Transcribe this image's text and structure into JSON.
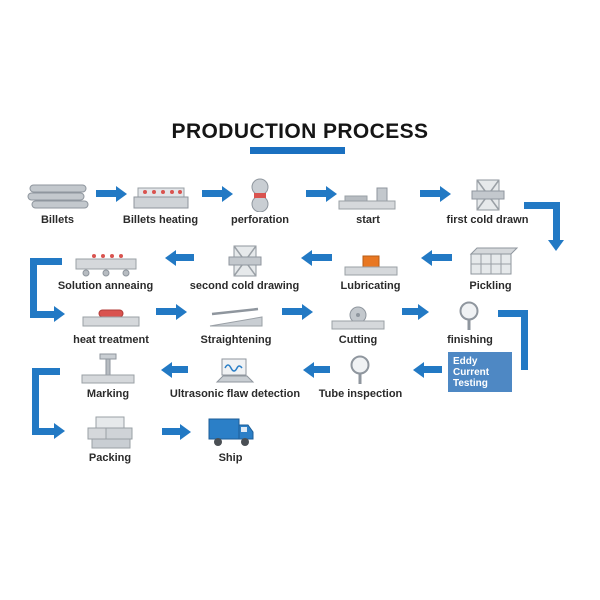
{
  "title": "PRODUCTION PROCESS",
  "steps": {
    "billets": "Billets",
    "billets_heating": "Billets  heating",
    "perforation": "perforation",
    "start": "start",
    "first_cold_drawn": "first cold drawn",
    "pickling": "Pickling",
    "lubricating": "Lubricating",
    "second_cold_drawing": "second cold drawing",
    "solution_anneaing": "Solution anneaing",
    "heat_treatment": "heat treatment",
    "straightening": "Straightening",
    "cutting": "Cutting",
    "finishing": "finishing",
    "eddy_line1": "Eddy Current",
    "eddy_line2": "Testing",
    "tube_inspection": "Tube inspection",
    "ultrasonic_flaw_detection": "Ultrasonic flaw detection",
    "marking": "Marking",
    "packing": "Packing",
    "ship": "Ship"
  },
  "colors": {
    "arrow": "#2279c4",
    "eddy_box": "#4e88c4",
    "underline": "#1a70c0",
    "label": "#2b2b2b"
  }
}
